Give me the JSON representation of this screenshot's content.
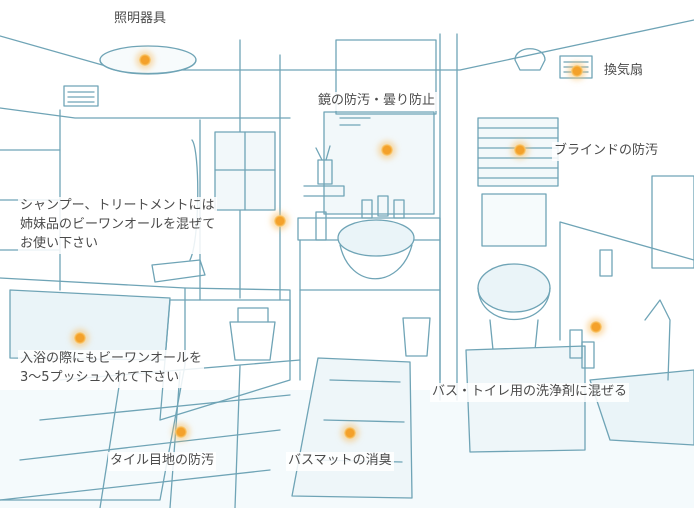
{
  "labels": {
    "ceiling_light": "照明器具",
    "exhaust_fan": "換気扇",
    "mirror": "鏡の防汚・曇り防止",
    "blind": "ブラインドの防汚",
    "shampoo": [
      "シャンプー、トリートメントには",
      "姉妹品のビーワンオールを混ぜて",
      "お使い下さい"
    ],
    "bath": [
      "入浴の際にもビーワンオールを",
      "3～5プッシュ入れて下さい"
    ],
    "toilet_cleaner": "バス・トイレ用の洗浄剤に混ぜる",
    "tile_grout": "タイル目地の防汚",
    "bath_mat": "バスマットの消臭"
  },
  "colors": {
    "line_art": "#6fa4b6",
    "marker": "#f4a12a",
    "text": "#4a4a4a"
  }
}
